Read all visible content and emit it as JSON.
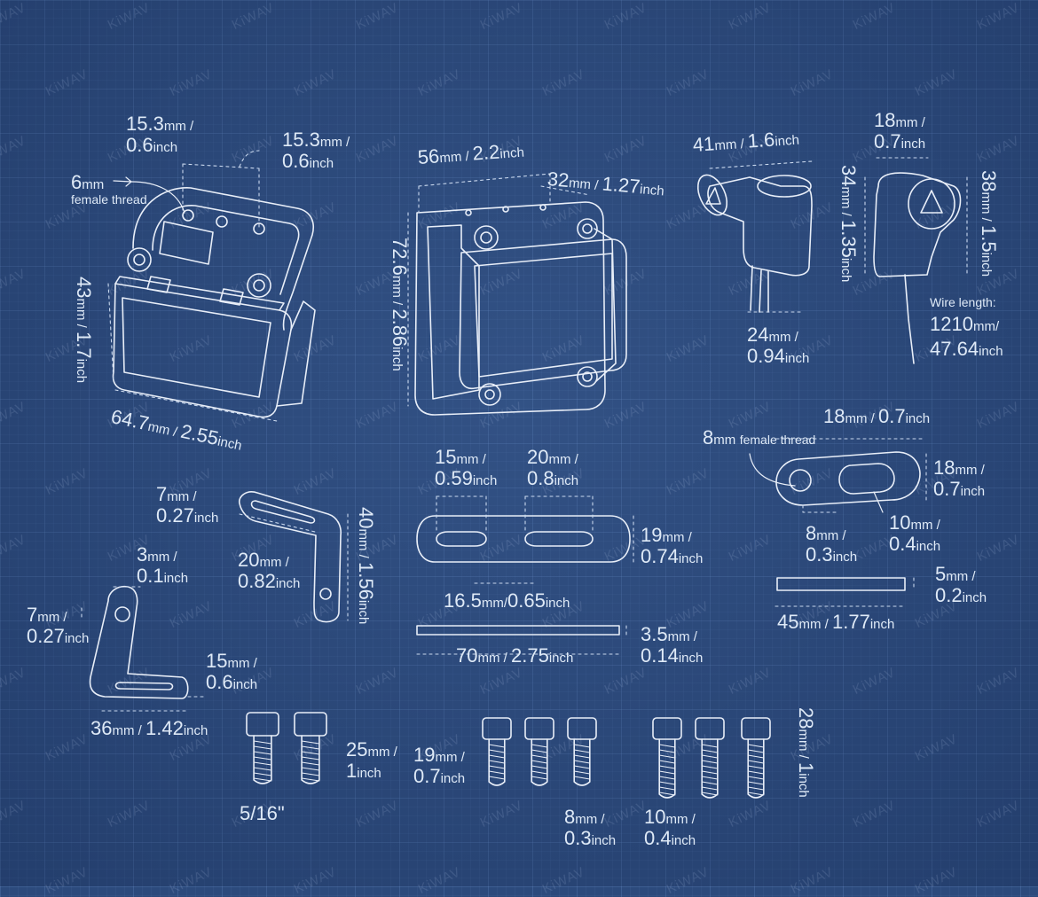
{
  "watermark": "KiWAV",
  "colors": {
    "background": "#2c4a7c",
    "line": "#e8eef8",
    "text": "#dfeaf7"
  },
  "units": {
    "mm": "mm",
    "inch": "inch"
  },
  "labels": {
    "l1": {
      "mm": "15.3",
      "in": "0.6"
    },
    "l2": {
      "mm": "15.3",
      "in": "0.6"
    },
    "l3": {
      "mm": "6",
      "note": "female thread"
    },
    "l4": {
      "mm": "43",
      "in": "1.7"
    },
    "l5": {
      "mm": "64.7",
      "in": "2.55"
    },
    "l6": {
      "mm": "56",
      "in": "2.2"
    },
    "l7": {
      "mm": "32",
      "in": "1.27"
    },
    "l8": {
      "mm": "72.6",
      "in": "2.86"
    },
    "l9": {
      "mm": "41",
      "in": "1.6"
    },
    "l10": {
      "mm": "18",
      "in": "0.7"
    },
    "l11": {
      "mm": "34",
      "in": "1.35"
    },
    "l12": {
      "mm": "38",
      "in": "1.5"
    },
    "l13": {
      "mm": "24",
      "in": "0.94"
    },
    "l14": {
      "caption": "Wire length:",
      "mm": "1210",
      "in": "47.64"
    },
    "l15": {
      "mm": "18",
      "in": "0.7"
    },
    "l16": {
      "mm": "8",
      "note": "female thread"
    },
    "l17": {
      "mm": "18",
      "in": "0.7"
    },
    "l18": {
      "mm": "8",
      "in": "0.3"
    },
    "l19": {
      "mm": "10",
      "in": "0.4"
    },
    "l20": {
      "mm": "5",
      "in": "0.2"
    },
    "l21": {
      "mm": "45",
      "in": "1.77"
    },
    "l22": {
      "mm": "15",
      "in": "0.59"
    },
    "l23": {
      "mm": "20",
      "in": "0.8"
    },
    "l24": {
      "mm": "19",
      "in": "0.74"
    },
    "l25": {
      "mm": "16.5",
      "in": "0.65"
    },
    "l26": {
      "mm": "3.5",
      "in": "0.14"
    },
    "l27": {
      "mm": "70",
      "in": "2.75"
    },
    "l28": {
      "mm": "7",
      "in": "0.27"
    },
    "l29": {
      "mm": "40",
      "in": "1.56"
    },
    "l30": {
      "mm": "20",
      "in": "0.82"
    },
    "l31": {
      "mm": "3",
      "in": "0.1"
    },
    "l32": {
      "mm": "7",
      "in": "0.27"
    },
    "l33": {
      "mm": "15",
      "in": "0.6"
    },
    "l34": {
      "mm": "36",
      "in": "1.42"
    },
    "l35": {
      "mm": "25",
      "in": "1"
    },
    "l36": {
      "value": "5/16\""
    },
    "l37": {
      "mm": "19",
      "in": "0.7"
    },
    "l38": {
      "mm": "8",
      "in": "0.3"
    },
    "l39": {
      "mm": "28",
      "in": "1"
    },
    "l40": {
      "mm": "10",
      "in": "0.4"
    }
  }
}
